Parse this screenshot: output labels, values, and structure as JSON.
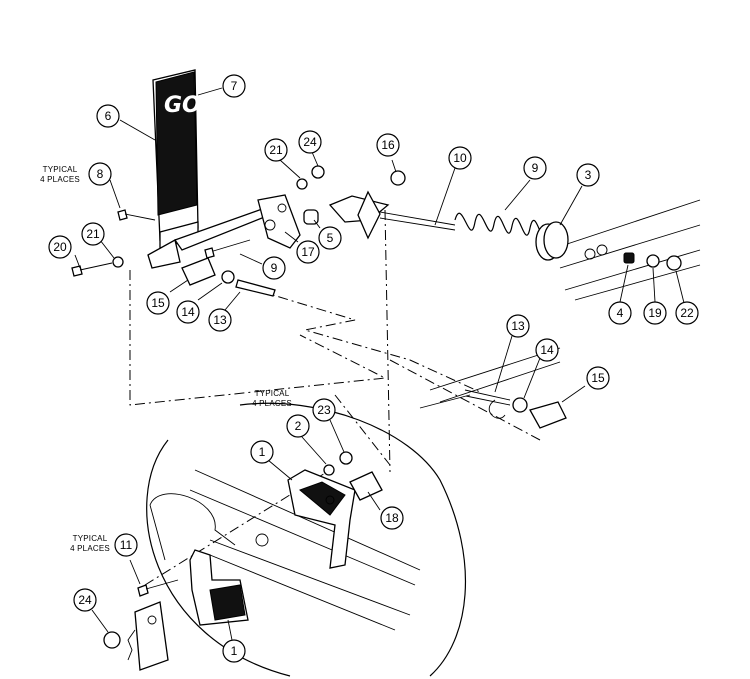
{
  "decal": {
    "text": "GO"
  },
  "notes": [
    {
      "id": "note-8",
      "line1": "TYPICAL",
      "line2": "4 PLACES"
    },
    {
      "id": "note-23",
      "line1": "TYPICAL",
      "line2": "4 PLACES"
    },
    {
      "id": "note-11",
      "line1": "TYPICAL",
      "line2": "4 PLACES"
    }
  ],
  "callouts": [
    {
      "id": "c7",
      "label": "7"
    },
    {
      "id": "c6",
      "label": "6"
    },
    {
      "id": "c8",
      "label": "8"
    },
    {
      "id": "c21a",
      "label": "21"
    },
    {
      "id": "c24a",
      "label": "24"
    },
    {
      "id": "c16",
      "label": "16"
    },
    {
      "id": "c10",
      "label": "10"
    },
    {
      "id": "c9a",
      "label": "9"
    },
    {
      "id": "c3",
      "label": "3"
    },
    {
      "id": "c21b",
      "label": "21"
    },
    {
      "id": "c20",
      "label": "20"
    },
    {
      "id": "c17",
      "label": "17"
    },
    {
      "id": "c5",
      "label": "5"
    },
    {
      "id": "c9b",
      "label": "9"
    },
    {
      "id": "c15a",
      "label": "15"
    },
    {
      "id": "c14a",
      "label": "14"
    },
    {
      "id": "c13a",
      "label": "13"
    },
    {
      "id": "c4",
      "label": "4"
    },
    {
      "id": "c19",
      "label": "19"
    },
    {
      "id": "c22",
      "label": "22"
    },
    {
      "id": "c13b",
      "label": "13"
    },
    {
      "id": "c14b",
      "label": "14"
    },
    {
      "id": "c15b",
      "label": "15"
    },
    {
      "id": "c23",
      "label": "23"
    },
    {
      "id": "c2",
      "label": "2"
    },
    {
      "id": "c1a",
      "label": "1"
    },
    {
      "id": "c18",
      "label": "18"
    },
    {
      "id": "c11",
      "label": "11"
    },
    {
      "id": "c24b",
      "label": "24"
    },
    {
      "id": "c1b",
      "label": "1"
    }
  ]
}
